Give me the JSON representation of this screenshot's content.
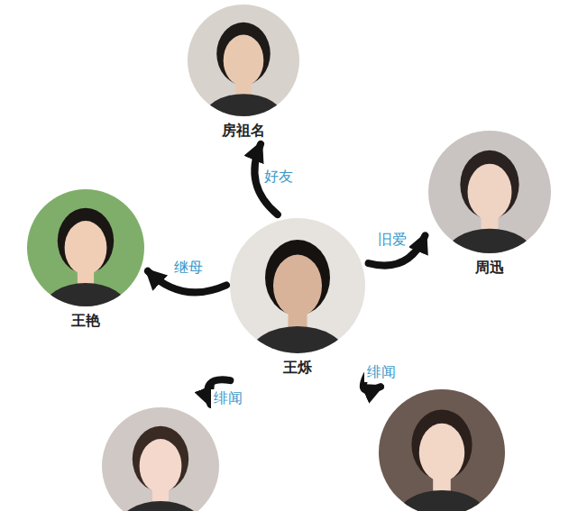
{
  "diagram": {
    "nodes": [
      {
        "text": [
          "房祖名"
        ]
      },
      {
        "text": [
          "周迅"
        ]
      },
      {
        "text": [
          "王艳"
        ]
      },
      {
        "text": [
          "王烁"
        ]
      },
      {
        "text": []
      },
      {
        "text": []
      }
    ],
    "edges": [
      {
        "from": 3,
        "to": 0,
        "label": "好友",
        "arrow": "to"
      },
      {
        "from": 3,
        "to": 1,
        "label": "旧爱",
        "arrow": "to"
      },
      {
        "from": 3,
        "to": 2,
        "label": "继母",
        "arrow": "to"
      },
      {
        "from": 3,
        "to": 4,
        "label": "绯闻",
        "arrow": "to"
      },
      {
        "from": 3,
        "to": 5,
        "label": "绯闻",
        "arrow": "to"
      }
    ]
  }
}
